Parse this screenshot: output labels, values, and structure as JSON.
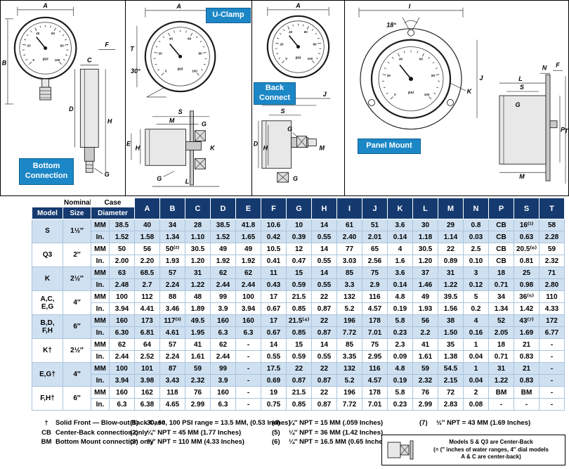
{
  "labels": {
    "bottom_connection_line1": "Bottom",
    "bottom_connection_line2": "Connection",
    "u_clamp": "U-Clamp",
    "back_connect_line1": "Back",
    "back_connect_line2": "Connect",
    "panel_mount": "Panel Mount"
  },
  "dims": {
    "A": "A",
    "B": "B",
    "C": "C",
    "D": "D",
    "E": "E",
    "F": "F",
    "G": "G",
    "H": "H",
    "I": "I",
    "J": "J",
    "K": "K",
    "L": "L",
    "M": "M",
    "N": "N",
    "P": "P",
    "S": "S",
    "T": "T"
  },
  "angles": {
    "deg30": "30°",
    "deg18": "18°"
  },
  "gauge": {
    "unit": "psi",
    "scale": [
      "0",
      "20",
      "40",
      "60",
      "80",
      "100"
    ]
  },
  "colors": {
    "header_bg": "#153a70",
    "row_band": "#cfe0f1",
    "label_bg": "#1c87c6"
  },
  "table": {
    "header": {
      "model": "Model",
      "nominal": "Nominal",
      "size": "Size",
      "case": "Case",
      "diameter": "Diameter"
    },
    "units": {
      "mm": "MM",
      "in": "In."
    },
    "letters": [
      "A",
      "B",
      "C",
      "D",
      "E",
      "F",
      "G",
      "H",
      "I",
      "J",
      "K",
      "L",
      "M",
      "N",
      "P",
      "S",
      "T"
    ],
    "groups": [
      {
        "model": [
          "S"
        ],
        "size": "1½″",
        "mm": [
          "38.5",
          "40",
          "34",
          "28",
          "38.5",
          "41.8",
          "10.6",
          "10",
          "14",
          "61",
          "51",
          "3.6",
          "30",
          "29",
          "0.8",
          "CB",
          "16⁽¹⁾",
          "58"
        ],
        "in": [
          "1.52",
          "1.58",
          "1.34",
          "1.10",
          "1.52",
          "1.65",
          "0.42",
          "0.39",
          "0.55",
          "2.40",
          "2.01",
          "0.14",
          "1.18",
          "1.14",
          "0.03",
          "CB",
          "0.63",
          "2.28"
        ]
      },
      {
        "model": [
          "Q3"
        ],
        "size": "2″",
        "mm": [
          "50",
          "56",
          "50⁽²⁾",
          "30.5",
          "49",
          "49",
          "10.5",
          "12",
          "14",
          "77",
          "65",
          "4",
          "30.5",
          "22",
          "2.5",
          "CB",
          "20.5⁽⁶⁾",
          "59"
        ],
        "in": [
          "2.00",
          "2.20",
          "1.93",
          "1.20",
          "1.92",
          "1.92",
          "0.41",
          "0.47",
          "0.55",
          "3.03",
          "2.56",
          "1.6",
          "1.20",
          "0.89",
          "0.10",
          "CB",
          "0.81",
          "2.32"
        ]
      },
      {
        "model": [
          "K"
        ],
        "size": "2½″",
        "mm": [
          "63",
          "68.5",
          "57",
          "31",
          "62",
          "62",
          "11",
          "15",
          "14",
          "85",
          "75",
          "3.6",
          "37",
          "31",
          "3",
          "18",
          "25",
          "71"
        ],
        "in": [
          "2.48",
          "2.7",
          "2.24",
          "1.22",
          "2.44",
          "2.44",
          "0.43",
          "0.59",
          "0.55",
          "3.3",
          "2.9",
          "0.14",
          "1.46",
          "1.22",
          "0.12",
          "0.71",
          "0.98",
          "2.80"
        ]
      },
      {
        "model": [
          "A,C,",
          "E,G"
        ],
        "size": "4″",
        "mm": [
          "100",
          "112",
          "88",
          "48",
          "99",
          "100",
          "17",
          "21.5",
          "22",
          "132",
          "116",
          "4.8",
          "49",
          "39.5",
          "5",
          "34",
          "36⁽⁵⁾",
          "110"
        ],
        "in": [
          "3.94",
          "4.41",
          "3.46",
          "1.89",
          "3.9",
          "3.94",
          "0.67",
          "0.85",
          "0.87",
          "5.2",
          "4.57",
          "0.19",
          "1.93",
          "1.56",
          "0.2",
          "1.34",
          "1.42",
          "4.33"
        ]
      },
      {
        "model": [
          "B,D,",
          "F,H"
        ],
        "size": "6″",
        "mm": [
          "160",
          "173",
          "117⁽³⁾",
          "49.5",
          "160",
          "160",
          "17",
          "21.5⁽⁴⁾",
          "22",
          "196",
          "178",
          "5.8",
          "56",
          "38",
          "4",
          "52",
          "43⁽⁷⁾",
          "172"
        ],
        "in": [
          "6.30",
          "6.81",
          "4.61",
          "1.95",
          "6.3",
          "6.3",
          "0.67",
          "0.85",
          "0.87",
          "7.72",
          "7.01",
          "0.23",
          "2.2",
          "1.50",
          "0.16",
          "2.05",
          "1.69",
          "6.77"
        ]
      },
      {
        "model": [
          "K†"
        ],
        "size": "2½″",
        "mm": [
          "62",
          "64",
          "57",
          "41",
          "62",
          "-",
          "14",
          "15",
          "14",
          "85",
          "75",
          "2.3",
          "41",
          "35",
          "1",
          "18",
          "21",
          "-"
        ],
        "in": [
          "2.44",
          "2.52",
          "2.24",
          "1.61",
          "2.44",
          "-",
          "0.55",
          "0.59",
          "0.55",
          "3.35",
          "2.95",
          "0.09",
          "1.61",
          "1.38",
          "0.04",
          "0.71",
          "0.83",
          "-"
        ]
      },
      {
        "model": [
          "E,G†"
        ],
        "size": "4″",
        "mm": [
          "100",
          "101",
          "87",
          "59",
          "99",
          "-",
          "17.5",
          "22",
          "22",
          "132",
          "116",
          "4.8",
          "59",
          "54.5",
          "1",
          "31",
          "21",
          "-"
        ],
        "in": [
          "3.94",
          "3.98",
          "3.43",
          "2.32",
          "3.9",
          "-",
          "0.69",
          "0.87",
          "0.87",
          "5.2",
          "4.57",
          "0.19",
          "2.32",
          "2.15",
          "0.04",
          "1.22",
          "0.83",
          "-"
        ]
      },
      {
        "model": [
          "F,H†"
        ],
        "size": "6″",
        "mm": [
          "160",
          "162",
          "118",
          "76",
          "160",
          "-",
          "19",
          "21.5",
          "22",
          "196",
          "178",
          "5.8",
          "76",
          "72",
          "2",
          "BM",
          "BM",
          "-"
        ],
        "in": [
          "6.3",
          "6.38",
          "4.65",
          "2.99",
          "6.3",
          "-",
          "0.75",
          "0.85",
          "0.87",
          "7.72",
          "7.01",
          "0.23",
          "2.99",
          "2.83",
          "0.08",
          "-",
          "-",
          "-"
        ]
      }
    ]
  },
  "footnotes": {
    "symbols": [
      {
        "sym": "†",
        "text": "Solid Front — Blow-out Back Case"
      },
      {
        "sym": "CB",
        "text": "Center-Back connection only"
      },
      {
        "sym": "BM",
        "text": "Bottom Mount connection only"
      }
    ],
    "notes_col1": [
      {
        "num": "(1)",
        "text": "30, 60, 100 PSI range = 13.5 MM, (0.53 Inches)"
      },
      {
        "num": "(2)",
        "text": "¼″ NPT = 45 MM (1.77 Inches)"
      },
      {
        "num": "(3)",
        "text": "¼″ NPT = 110 MM (4.33 Inches)"
      }
    ],
    "notes_col2": [
      {
        "num": "(4)",
        "text": "¼″ NPT = 15 MM (.059 Inches)"
      },
      {
        "num": "(5)",
        "text": "¼″ NPT = 36 MM (1.42 Inches)"
      },
      {
        "num": "(6)",
        "text": "¼″ NPT = 16.5 MM (0.65 Inches)"
      }
    ],
    "note7": {
      "num": "(7)",
      "text": "½″ NPT = 43 MM (1.69 Inches)"
    },
    "box_line1": "Models S & Q3 are Center-Back",
    "box_line2": "(= (″ inches of water ranges, 4″ dial models",
    "box_line3": "A & C are center-back)"
  }
}
